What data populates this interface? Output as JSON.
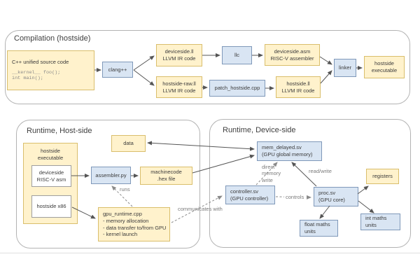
{
  "containers": {
    "compilation": {
      "title": "Compilation (hostside)"
    },
    "runtime_host": {
      "title": "Runtime, Host-side"
    },
    "runtime_device": {
      "title": "Runtime, Device-side"
    }
  },
  "nodes": {
    "cpp_source": {
      "title": "C++ unified source code",
      "code1": "__kernel__ foo();",
      "code2": "int main();"
    },
    "clang": {
      "label": "clang++"
    },
    "deviceside_ll": {
      "line1": "deviceside.ll",
      "line2": "LLVM IR code"
    },
    "hostside_raw_ll": {
      "line1": "hostside-raw.ll",
      "line2": "LLVM IR code"
    },
    "llc": {
      "label": "llc"
    },
    "deviceside_asm": {
      "line1": "deviceside.asm",
      "line2": "RISC-V assembler"
    },
    "patch_hostside": {
      "label": "patch_hostside.cpp"
    },
    "hostside_ll": {
      "line1": "hostside.ll",
      "line2": "LLVM IR code"
    },
    "linker": {
      "label": "linker"
    },
    "hostside_executable_build": {
      "line1": "hostside",
      "line2": "executable"
    },
    "data": {
      "label": "data"
    },
    "hostside_executable_runtime": {
      "line1": "hostside",
      "line2": "executable"
    },
    "deviceside_riscv_asm": {
      "line1": "deviceside",
      "line2": "RISC-V asm"
    },
    "hostside_x86": {
      "label": "hostside x86"
    },
    "assembler_py": {
      "label": "assembler.py"
    },
    "machinecode_hex": {
      "line1": "machinecode",
      "line2": ".hex file"
    },
    "gpu_runtime": {
      "line1": "gpu_runtime.cpp",
      "line2": "- memory allocation",
      "line3": "- data transfer to/from GPU",
      "line4": "- kernel launch"
    },
    "mem_delayed": {
      "line1": "mem_delayed.sv",
      "line2": "(GPU global memory)"
    },
    "registers": {
      "label": "registers"
    },
    "controller": {
      "line1": "controller.sv",
      "line2": "(GPU controller)"
    },
    "proc": {
      "line1": "proc.sv",
      "line2": "(GPU core)"
    },
    "float_maths": {
      "line1": "float maths",
      "line2": "units"
    },
    "int_maths": {
      "line1": "int maths",
      "line2": "units"
    }
  },
  "edge_labels": {
    "runs": "runs",
    "communicates_with": "communicates with",
    "direct_memory_write": "direct\nmemory\nwrite",
    "read_write": "read/write",
    "controls": "controls"
  },
  "colors": {
    "node_yellow_fill": "#fff2cc",
    "node_yellow_border": "#d9be6c",
    "node_blue_fill": "#d9e5f3",
    "node_blue_border": "#7f98b9",
    "container_border": "#b3b3b3",
    "arrow_solid": "#555555",
    "arrow_dashed": "#8a8a8a"
  }
}
